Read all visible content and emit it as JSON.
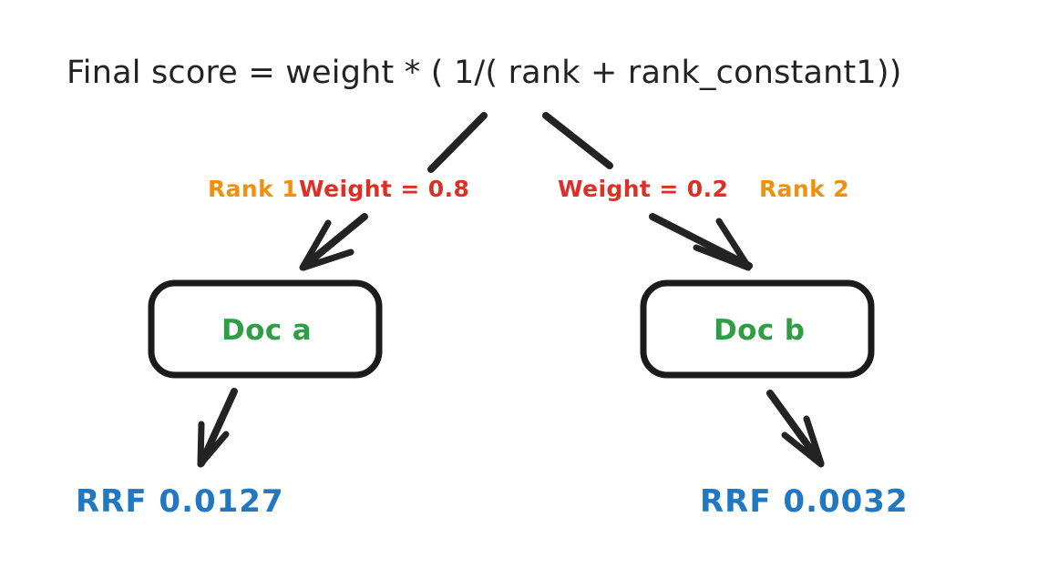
{
  "diagram": {
    "title_formula": "Final score = weight * ( 1/( rank + rank_constant1))",
    "colors": {
      "stroke": "#232323",
      "rank": "#F0900F",
      "weight": "#DE2F27",
      "doc": "#2E9E43",
      "rrf": "#2077C2",
      "background": "#FFFFFF"
    },
    "branches": [
      {
        "side": "left",
        "rank_label": "Rank 1",
        "weight_label": "Weight = 0.8",
        "doc_label": "Doc a",
        "rrf_label": "RRF 0.0127",
        "rank_value": 1,
        "weight_value": 0.8,
        "rrf_value": 0.0127
      },
      {
        "side": "right",
        "rank_label": "Rank 2",
        "weight_label": "Weight = 0.2",
        "doc_label": "Doc b",
        "rrf_label": "RRF 0.0032",
        "rank_value": 2,
        "weight_value": 0.2,
        "rrf_value": 0.0032
      }
    ],
    "icons": {
      "branch_arrow_left": "arrow-down-left-icon",
      "branch_arrow_right": "arrow-down-right-icon",
      "result_arrow_left": "arrow-down-left-icon",
      "result_arrow_right": "arrow-down-right-icon"
    }
  }
}
